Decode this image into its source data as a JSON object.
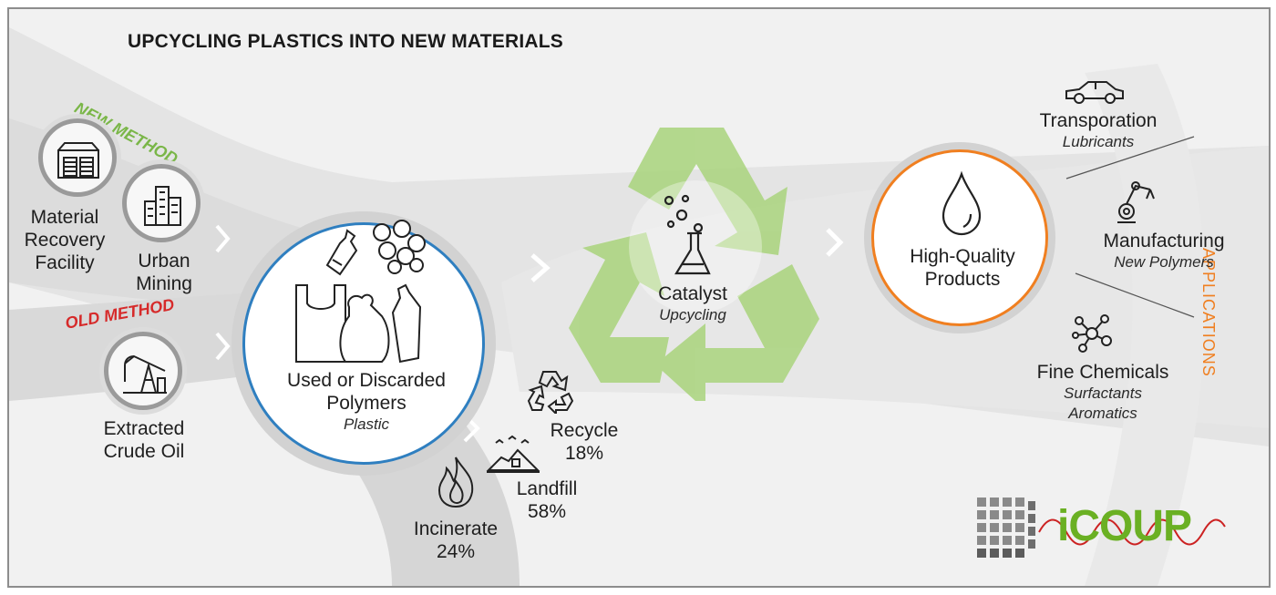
{
  "title": "UPCYCLING PLASTICS INTO NEW MATERIALS",
  "methods": {
    "new": "NEW METHOD",
    "old": "OLD METHOD"
  },
  "sources": {
    "mrf_line1": "Material",
    "mrf_line2": "Recovery",
    "mrf_line3": "Facility",
    "urban_line1": "Urban",
    "urban_line2": "Mining",
    "crude_line1": "Extracted",
    "crude_line2": "Crude Oil"
  },
  "polymers": {
    "line1": "Used or Discarded",
    "line2": "Polymers",
    "sub": "Plastic"
  },
  "fates": {
    "recycle_label": "Recycle",
    "recycle_pct": "18%",
    "landfill_label": "Landfill",
    "landfill_pct": "58%",
    "incinerate_label": "Incinerate",
    "incinerate_pct": "24%"
  },
  "catalyst": {
    "label": "Catalyst",
    "sub": "Upcycling"
  },
  "products": {
    "line1": "High-Quality",
    "line2": "Products"
  },
  "applications": {
    "heading": "APPLICATIONS",
    "transport_label": "Transporation",
    "transport_sub": "Lubricants",
    "manufacturing_label": "Manufacturing",
    "manufacturing_sub": "New Polymers",
    "chemicals_label": "Fine Chemicals",
    "chemicals_sub1": "Surfactants",
    "chemicals_sub2": "Aromatics"
  },
  "logo": {
    "text": "iCOUP"
  },
  "colors": {
    "new_method": "#7ab648",
    "old_method": "#d62a2a",
    "polymer_ring": "#2f7fc0",
    "product_ring": "#f07f20",
    "applications": "#f07f20",
    "recycle_green": "#8cc63f",
    "logo_green": "#6ab023",
    "logo_red": "#cc2222"
  },
  "icons": [
    "warehouse-icon",
    "buildings-icon",
    "oil-pump-icon",
    "bottle-icon",
    "bag-icon",
    "molecule-icon",
    "recycle-icon",
    "landfill-icon",
    "fire-icon",
    "flask-icon",
    "droplet-icon",
    "car-icon",
    "robot-arm-icon",
    "molecule-network-icon",
    "cube-logo-icon"
  ]
}
